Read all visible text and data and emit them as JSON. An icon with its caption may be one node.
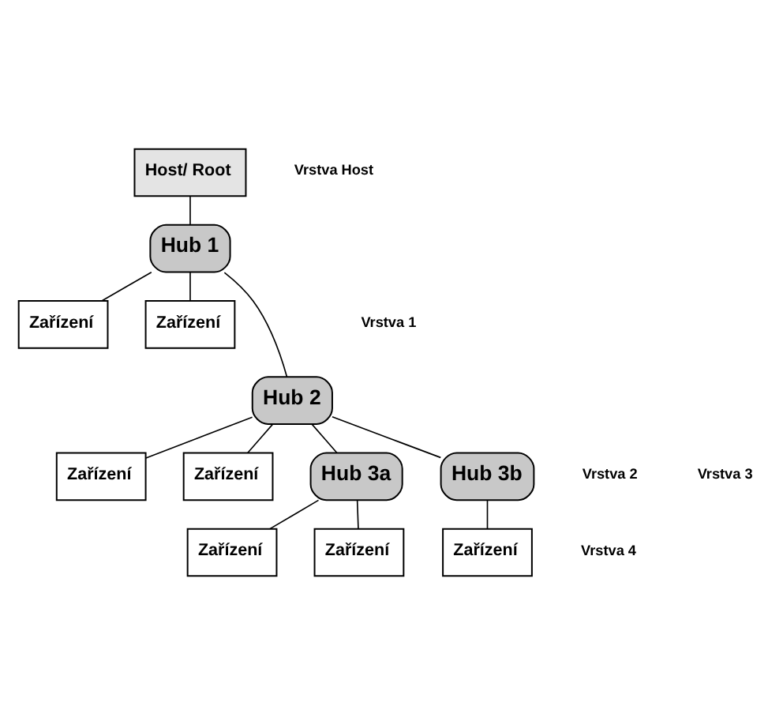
{
  "diagram": {
    "nodes": [
      {
        "text": [
          "Host/ Root"
        ]
      },
      {
        "text": [
          "Hub 1"
        ]
      },
      {
        "text": [
          "Zařízení"
        ]
      },
      {
        "text": [
          "Zařízení"
        ]
      },
      {
        "text": [
          "Hub 2"
        ]
      },
      {
        "text": [
          "Zařízení"
        ]
      },
      {
        "text": [
          "Zařízení"
        ]
      },
      {
        "text": [
          "Hub 3a"
        ]
      },
      {
        "text": [
          "Hub 3b"
        ]
      },
      {
        "text": [
          "Zařízení"
        ]
      },
      {
        "text": [
          "Zařízení"
        ]
      },
      {
        "text": [
          "Zařízení"
        ]
      }
    ],
    "edges": [
      {
        "from": 0,
        "to": 1,
        "arrow": "none"
      },
      {
        "from": 1,
        "to": 2,
        "arrow": "none"
      },
      {
        "from": 1,
        "to": 3,
        "arrow": "none"
      },
      {
        "from": 1,
        "to": 4,
        "arrow": "none"
      },
      {
        "from": 4,
        "to": 5,
        "arrow": "none"
      },
      {
        "from": 4,
        "to": 7,
        "arrow": "none"
      },
      {
        "from": 4,
        "to": 8,
        "arrow": "none"
      },
      {
        "from": 4,
        "to": 6,
        "arrow": "none"
      },
      {
        "from": 7,
        "to": 9,
        "arrow": "none"
      },
      {
        "from": 7,
        "to": 10,
        "arrow": "none"
      },
      {
        "from": 8,
        "to": 11,
        "arrow": "none"
      }
    ],
    "labels": [
      "Vrstva Host",
      "Vrstva 1",
      "Vrstva 2",
      "Vrstva 3",
      "Vrstva 4"
    ]
  }
}
